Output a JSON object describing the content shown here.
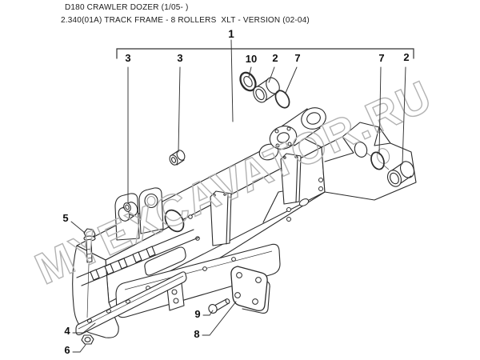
{
  "header": {
    "line1": "D180 CRAWLER DOZER (1/05- )",
    "line2": "2.340(01A) TRACK FRAME - 8 ROLLERS  XLT - VERSION (02-04)"
  },
  "watermark": {
    "text": "MYEXCAVATOR.RU",
    "color": "#b2b2b2"
  },
  "drawing": {
    "type": "exploded-parts-diagram",
    "subject": "track frame assembly",
    "background": "#ffffff",
    "line_color": "#2b2b2b",
    "callouts": {
      "assembly": "1",
      "bushing_small_a": "3",
      "bushing_small_b": "3",
      "seal": "10",
      "bushing_pivot": "2",
      "oring_pivot": "7",
      "oring_idler": "7",
      "bushing_idler": "2",
      "bolt_guard": "5",
      "bar": "4",
      "nut": "6",
      "bolt_cover": "9",
      "cover_plate": "8"
    }
  }
}
